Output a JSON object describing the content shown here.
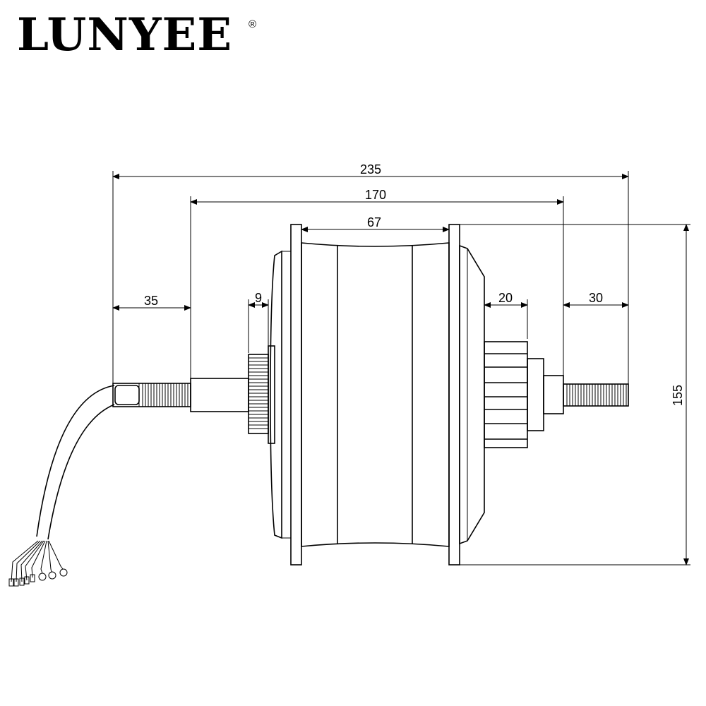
{
  "brand": {
    "name": "LUNYEE",
    "mark": "®"
  },
  "dimensions": {
    "overall_length": "235",
    "flange_span": "170",
    "hub_width": "67",
    "left_axle": "35",
    "left_spacer": "9",
    "freewheel": "20",
    "right_axle": "30",
    "flange_diameter": "155"
  }
}
